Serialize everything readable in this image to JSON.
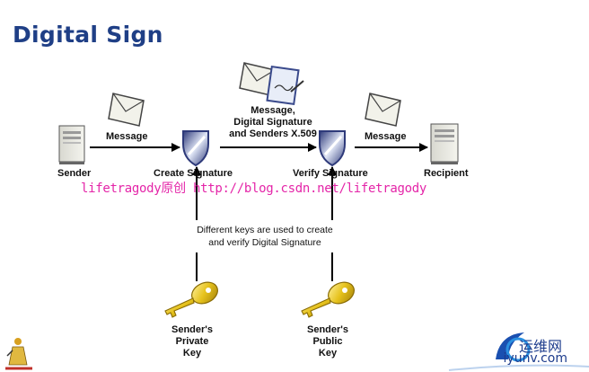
{
  "title": "Digital Sign",
  "nodes": {
    "sender": "Sender",
    "create_signature": "Create Signature",
    "verify_signature": "Verify Signature",
    "recipient": "Recipient"
  },
  "edges": {
    "message_left": "Message",
    "message_center": [
      "Message,",
      "Digital Signature",
      "and Senders X.509"
    ],
    "message_right": "Message"
  },
  "note": [
    "Different keys are used to create",
    "and verify Digital Signature"
  ],
  "keys": {
    "private": [
      "Sender's",
      "Private",
      "Key"
    ],
    "public": [
      "Sender's",
      "Public",
      "Key"
    ]
  },
  "watermark": "lifetragody原创 http://blog.csdn.net/lifetragody",
  "footer": {
    "brand": "运维网",
    "url": "iyunv.com"
  },
  "colors": {
    "title": "#1f3f86",
    "watermark": "#e0009a",
    "key": "#e6c21c",
    "shield": "#3a4a8c"
  }
}
